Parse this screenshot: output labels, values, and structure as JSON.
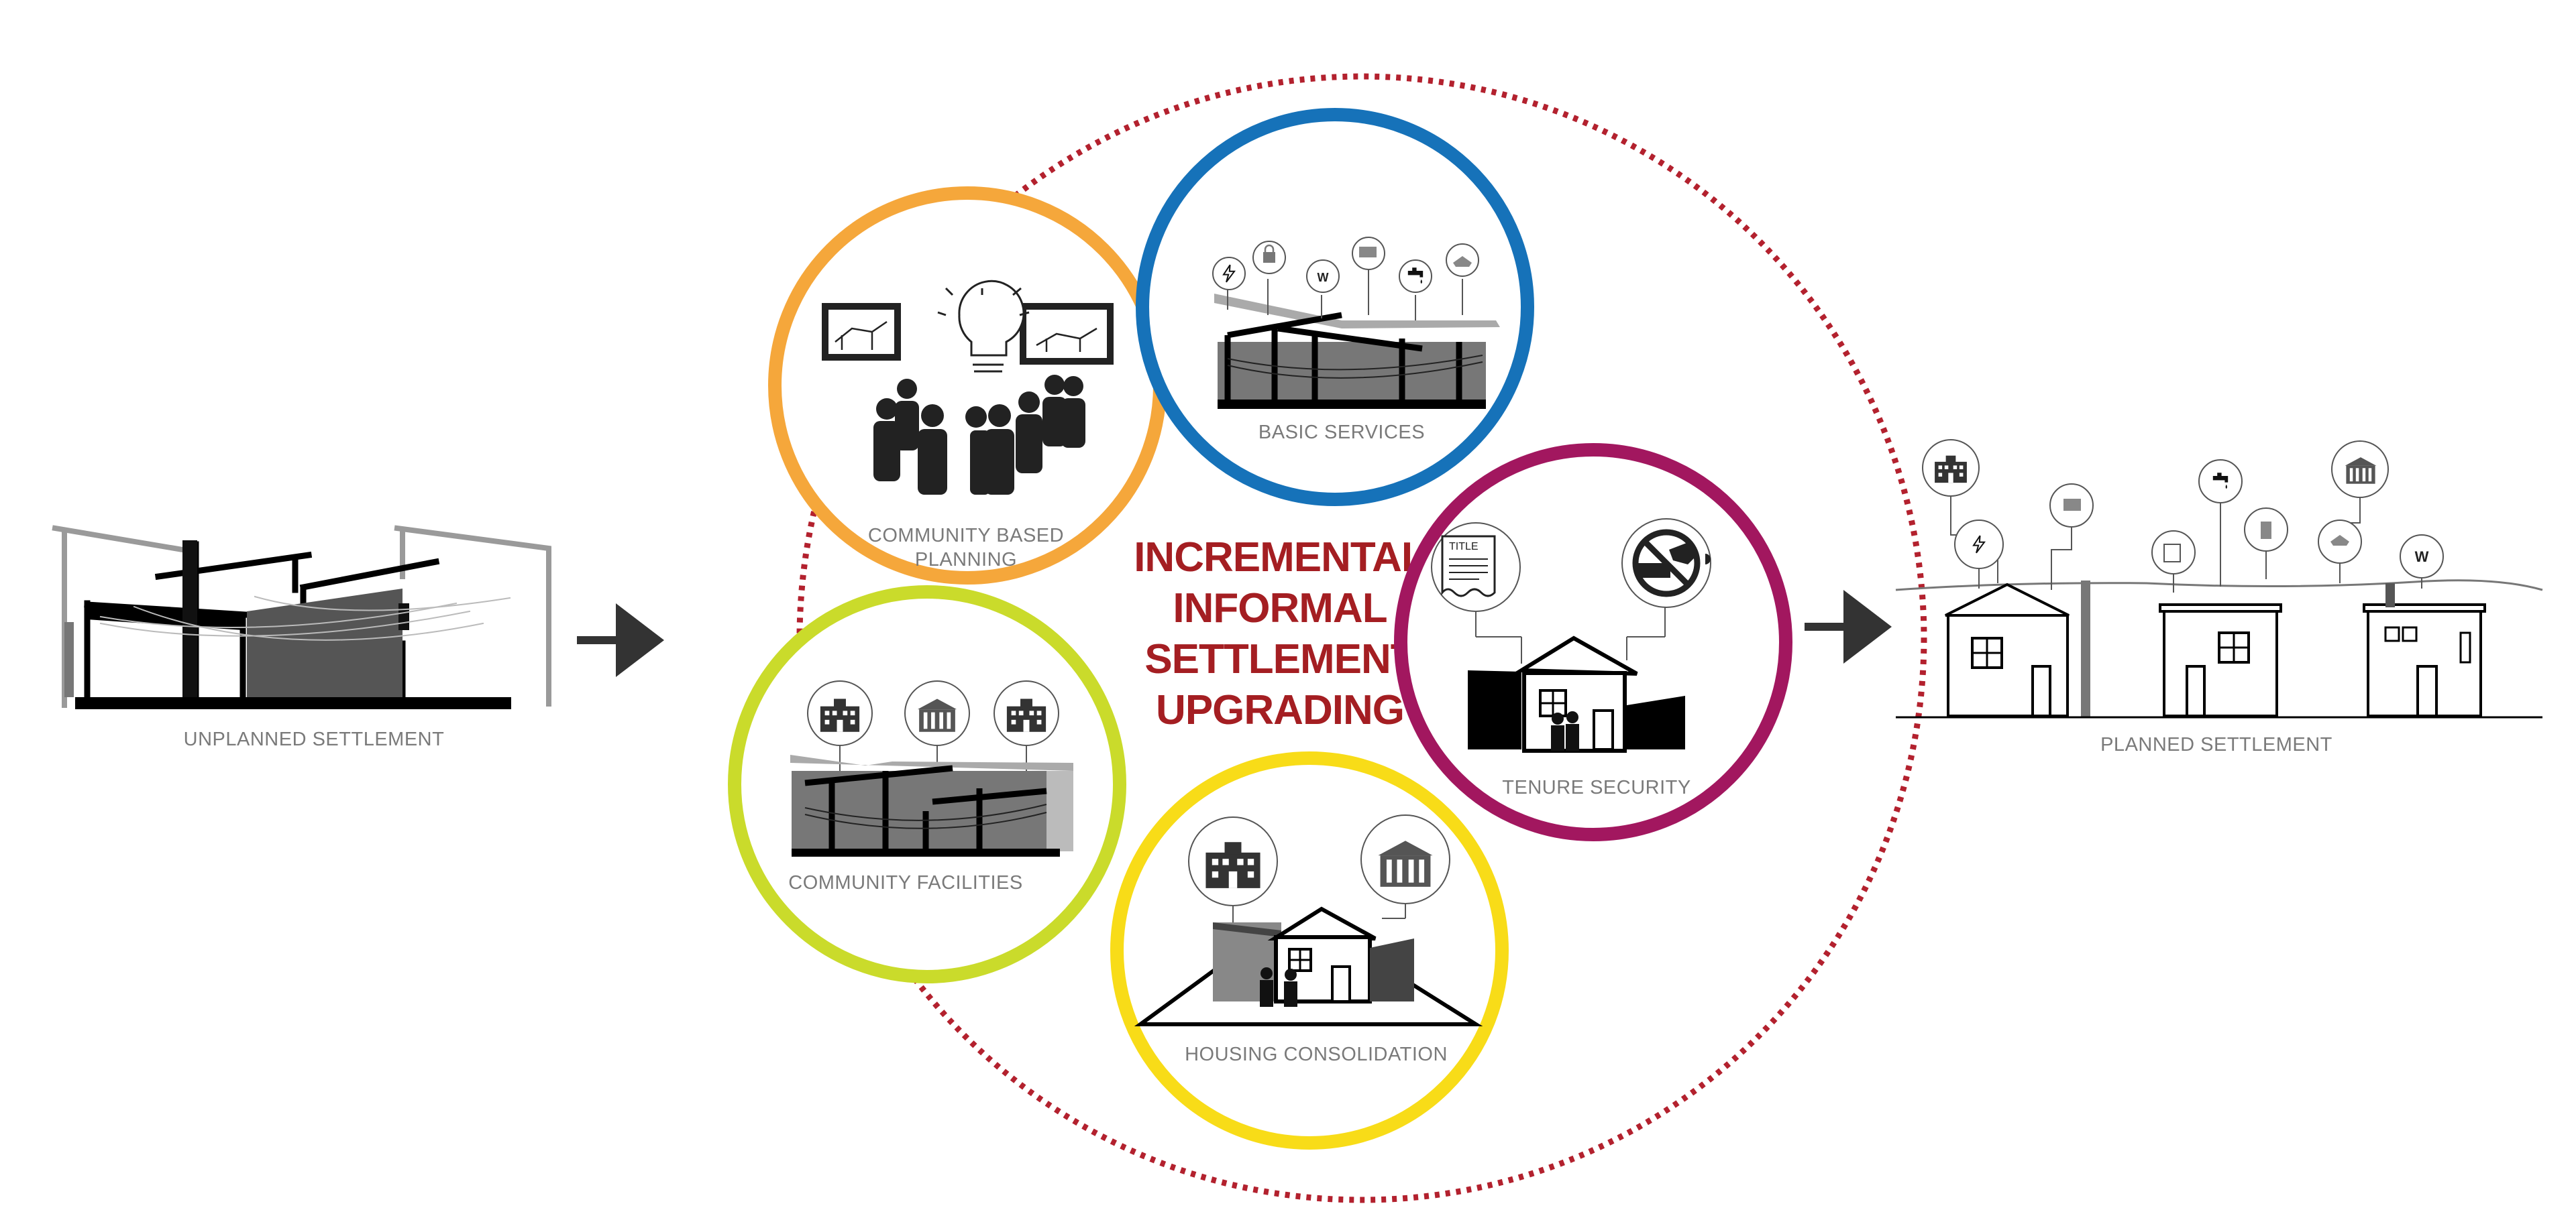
{
  "left_label": "UNPLANNED SETTLEMENT",
  "right_label": "PLANNED SETTLEMENT",
  "center_title": [
    "INCREMENTAL",
    "INFORMAL",
    "SETTLEMENT",
    "UPGRADING"
  ],
  "components": {
    "community_planning": {
      "label_lines": [
        "COMMUNITY BASED",
        "PLANNING"
      ],
      "color": "#f5a73b"
    },
    "basic_services": {
      "label_lines": [
        "BASIC SERVICES"
      ],
      "color": "#1672b9"
    },
    "tenure_security": {
      "label_lines": [
        "TENURE SECURITY"
      ],
      "color": "#a2175f",
      "document_text": "TITLE"
    },
    "community_facilities": {
      "label_lines": [
        "COMMUNITY FACILITIES"
      ],
      "color": "#cadb2b"
    },
    "housing_consolidation": {
      "label_lines": [
        "HOUSING CONSOLIDATION"
      ],
      "color": "#f8dc18"
    }
  },
  "water_badge_text": "W",
  "colors": {
    "outer_dotted_circle": "#b3212e",
    "title_text": "#a41e22",
    "arrow": "#333333",
    "label_gray": "#7a7a7a"
  }
}
